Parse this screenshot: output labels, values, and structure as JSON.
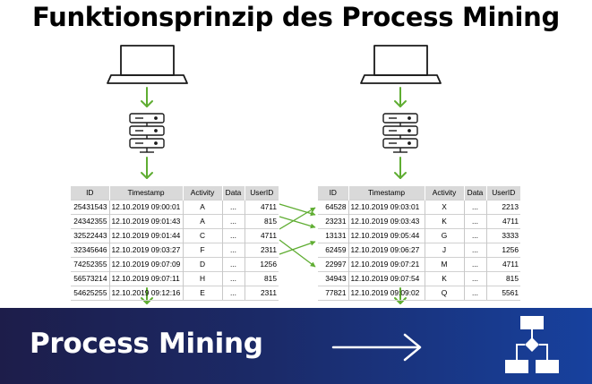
{
  "title": "Funktionsprinzip des Process Mining",
  "banner": {
    "label": "Process Mining"
  },
  "colors": {
    "arrow": "#5fad32",
    "banner_start": "#1d1d4a",
    "banner_end": "#17419e",
    "header_bg": "#d9d9d9"
  },
  "icons": [
    "laptop-icon",
    "server-stack-icon",
    "arrow-right-icon",
    "process-flowchart-icon"
  ],
  "left_table": {
    "headers": [
      "ID",
      "Timestamp",
      "Activity",
      "Data",
      "UserID"
    ],
    "rows": [
      [
        "25431543",
        "12.10.2019 09:00:01",
        "A",
        "...",
        "4711"
      ],
      [
        "24342355",
        "12.10.2019 09:01:43",
        "A",
        "...",
        "815"
      ],
      [
        "32522443",
        "12.10.2019 09:01:44",
        "C",
        "...",
        "4711"
      ],
      [
        "32345646",
        "12.10.2019 09:03:27",
        "F",
        "...",
        "2311"
      ],
      [
        "74252355",
        "12.10.2019 09:07:09",
        "D",
        "...",
        "1256"
      ],
      [
        "56573214",
        "12.10.2019 09:07:11",
        "H",
        "...",
        "815"
      ],
      [
        "54625255",
        "12.10.2019 09:12:16",
        "E",
        "...",
        "2311"
      ]
    ]
  },
  "right_table": {
    "headers": [
      "ID",
      "Timestamp",
      "Activity",
      "Data",
      "UserID"
    ],
    "rows": [
      [
        "64528",
        "12.10.2019 09:03:01",
        "X",
        "...",
        "2213"
      ],
      [
        "23231",
        "12.10.2019 09:03:43",
        "K",
        "...",
        "4711"
      ],
      [
        "13131",
        "12.10.2019 09:05:44",
        "G",
        "...",
        "3333"
      ],
      [
        "62459",
        "12.10.2019 09:06:27",
        "J",
        "...",
        "1256"
      ],
      [
        "22997",
        "12.10.2019 09:07:21",
        "M",
        "...",
        "4711"
      ],
      [
        "34943",
        "12.10.2019 09:07:54",
        "K",
        "...",
        "815"
      ],
      [
        "77821",
        "12.10.2019 09:09:02",
        "Q",
        "...",
        "5561"
      ]
    ]
  }
}
